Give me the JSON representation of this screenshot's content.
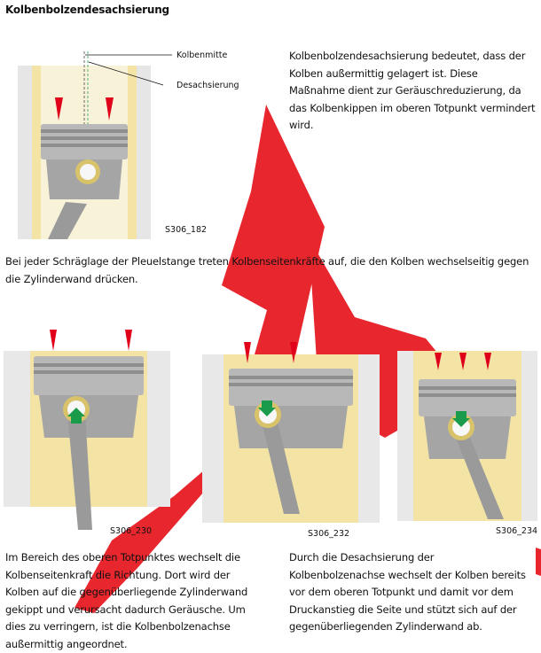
{
  "title": "Kolbenbolzendesachsierung",
  "intro_text": "Kolbenbolzendesachsierung bedeutet, dass der Kolben außermittig gelagert ist. Diese Maßnahme dient zur Geräuschreduzierung, da das Kolbenkippen im oberen Totpunkt vermindert wird.",
  "labels": {
    "piston_center": "Kolbenmitte",
    "offset": "Desachsierung"
  },
  "figures": [
    {
      "caption": "S306_182"
    },
    {
      "caption": "S306_230"
    },
    {
      "caption": "S306_232"
    },
    {
      "caption": "S306_234"
    }
  ],
  "middle_text": "Bei jeder Schräglage der Pleuelstange treten Kolbenseitenkräfte auf, die den Kolben wechselseitig gegen die Zylinderwand drücken.",
  "bottom_left_text": "Im Bereich des oberen Totpunktes wechselt die Kolbenseitenkraft die Richtung. Dort wird der Kolben auf die gegenüberliegende Zylinderwand gekippt und verursacht dadurch Geräusche. Um dies zu verringern, ist die Kolbenbolzenachse außermittig angeordnet.",
  "bottom_right_text": "Durch die Desachsierung der Kolbenbolzenachse wechselt der Kolben bereits vor dem oberen Totpunkt und damit vor dem Druckanstieg die Seite und stützt sich auf der gegenüberliegenden Zylinderwand ab.",
  "colors": {
    "watermark_red": "#e8262d",
    "cylinder_wall": "#f3e4a6",
    "bore": "#f7f7f7",
    "force_arrow_red": "#e0001a",
    "force_arrow_green": "#1a9b4b",
    "piston_gray": "#a9a9a9",
    "pin_ring_yellow": "#d9c36a"
  }
}
